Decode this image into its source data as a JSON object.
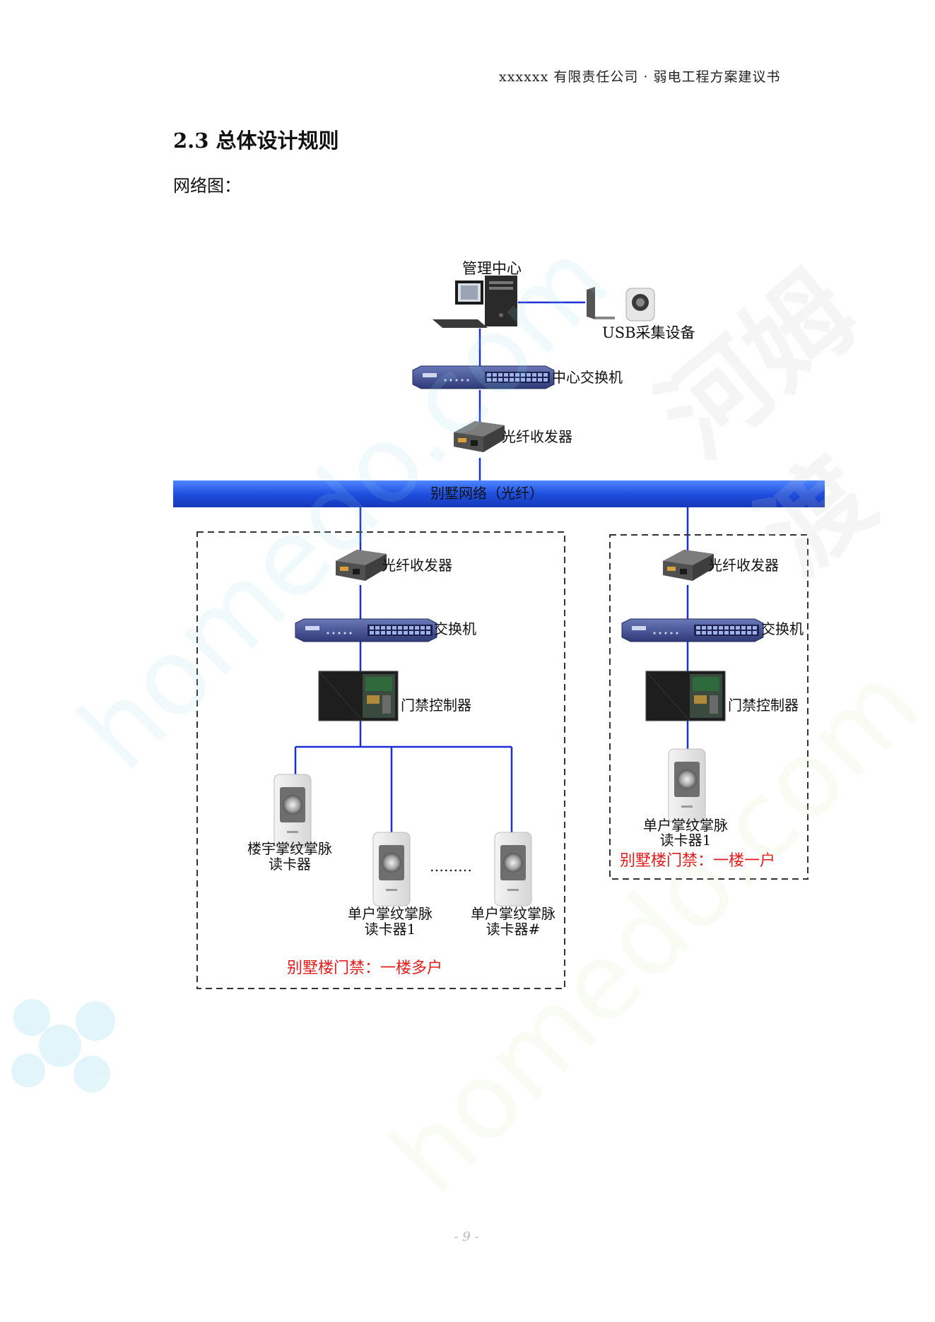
{
  "header": {
    "text": "xxxxxx 有限责任公司 · 弱电工程方案建议书"
  },
  "section": {
    "title": "2.3 总体设计规则",
    "subtitle": "网络图："
  },
  "diagram": {
    "management_center": "管理中心",
    "usb_device": "USB采集设备",
    "center_switch": "中心交换机",
    "top_transceiver": "光纤收发器",
    "backbone": "别墅网络（光纤）",
    "left_group": {
      "transceiver": "光纤收发器",
      "switch": "交换机",
      "controller": "门禁控制器",
      "reader_building_1": "楼宇掌纹掌脉",
      "reader_building_2": "读卡器",
      "reader_unit1_1": "单户掌纹掌脉",
      "reader_unit1_2": "读卡器1",
      "reader_unitn_1": "单户掌纹掌脉",
      "reader_unitn_2": "读卡器#",
      "dots": "………",
      "caption": "别墅楼门禁：一楼多户"
    },
    "right_group": {
      "transceiver": "光纤收发器",
      "switch": "交换机",
      "controller": "门禁控制器",
      "reader_1": "单户掌纹掌脉",
      "reader_2": "读卡器1",
      "caption": "别墅楼门禁：一楼一户"
    }
  },
  "footer": {
    "page": "- 9 -"
  },
  "watermarks": {
    "site": "homedo.com",
    "brand": "河姆渡"
  },
  "colors": {
    "link": "#1a2fd6",
    "backbone": "#1f4fe0",
    "caption": "#e31b1b"
  }
}
